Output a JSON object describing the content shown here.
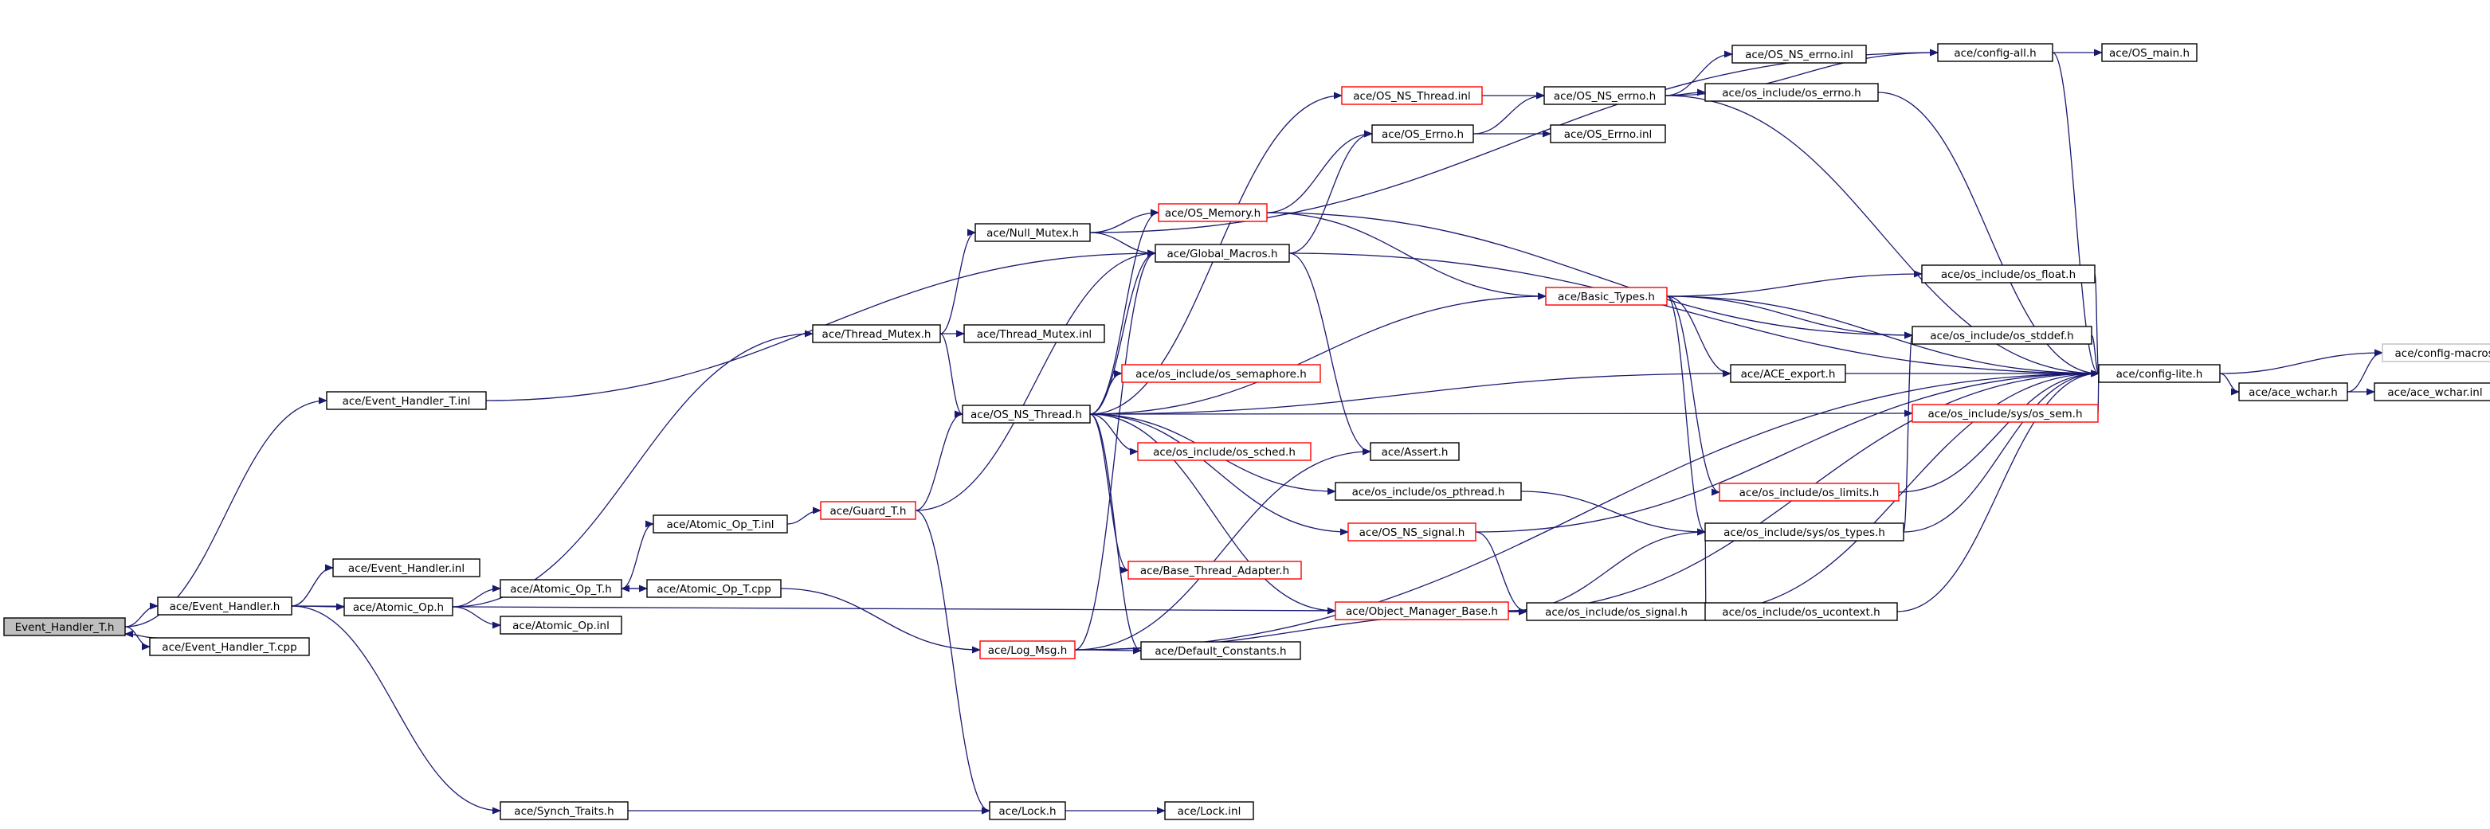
{
  "graph": {
    "nodes": [
      {
        "id": "event_handler_t_h",
        "label": "Event_Handler_T.h",
        "style": "root"
      },
      {
        "id": "event_handler_h",
        "label": "ace/Event_Handler.h",
        "style": "normal"
      },
      {
        "id": "event_handler_t_cpp",
        "label": "ace/Event_Handler_T.cpp",
        "style": "normal"
      },
      {
        "id": "event_handler_t_inl",
        "label": "ace/Event_Handler_T.inl",
        "style": "normal"
      },
      {
        "id": "event_handler_inl",
        "label": "ace/Event_Handler.inl",
        "style": "normal"
      },
      {
        "id": "atomic_op_h",
        "label": "ace/Atomic_Op.h",
        "style": "normal"
      },
      {
        "id": "synch_traits_h",
        "label": "ace/Synch_Traits.h",
        "style": "normal"
      },
      {
        "id": "thread_mutex_h",
        "label": "ace/Thread_Mutex.h",
        "style": "normal"
      },
      {
        "id": "atomic_op_t_inl",
        "label": "ace/Atomic_Op_T.inl",
        "style": "normal"
      },
      {
        "id": "atomic_op_t_h",
        "label": "ace/Atomic_Op_T.h",
        "style": "normal"
      },
      {
        "id": "atomic_op_inl",
        "label": "ace/Atomic_Op.inl",
        "style": "normal"
      },
      {
        "id": "atomic_op_t_cpp",
        "label": "ace/Atomic_Op_T.cpp",
        "style": "normal"
      },
      {
        "id": "guard_t_h",
        "label": "ace/Guard_T.h",
        "style": "red"
      },
      {
        "id": "log_msg_h",
        "label": "ace/Log_Msg.h",
        "style": "red"
      },
      {
        "id": "lock_h",
        "label": "ace/Lock.h",
        "style": "normal"
      },
      {
        "id": "lock_inl",
        "label": "ace/Lock.inl",
        "style": "normal"
      },
      {
        "id": "null_mutex_h",
        "label": "ace/Null_Mutex.h",
        "style": "normal"
      },
      {
        "id": "thread_mutex_inl",
        "label": "ace/Thread_Mutex.inl",
        "style": "normal"
      },
      {
        "id": "os_ns_thread_h",
        "label": "ace/OS_NS_Thread.h",
        "style": "normal"
      },
      {
        "id": "os_ns_thread_inl",
        "label": "ace/OS_NS_Thread.inl",
        "style": "red"
      },
      {
        "id": "os_memory_h",
        "label": "ace/OS_Memory.h",
        "style": "red"
      },
      {
        "id": "global_macros_h",
        "label": "ace/Global_Macros.h",
        "style": "normal"
      },
      {
        "id": "os_semaphore_h",
        "label": "ace/os_include/os_semaphore.h",
        "style": "red"
      },
      {
        "id": "os_sched_h",
        "label": "ace/os_include/os_sched.h",
        "style": "red"
      },
      {
        "id": "base_thread_adapter_h",
        "label": "ace/Base_Thread_Adapter.h",
        "style": "red"
      },
      {
        "id": "default_constants_h",
        "label": "ace/Default_Constants.h",
        "style": "normal"
      },
      {
        "id": "os_pthread_h",
        "label": "ace/os_include/os_pthread.h",
        "style": "normal"
      },
      {
        "id": "os_ns_signal_h",
        "label": "ace/OS_NS_signal.h",
        "style": "red"
      },
      {
        "id": "object_manager_base_h",
        "label": "ace/Object_Manager_Base.h",
        "style": "red"
      },
      {
        "id": "assert_h",
        "label": "ace/Assert.h",
        "style": "normal"
      },
      {
        "id": "os_errno_h_top",
        "label": "ace/OS_Errno.h",
        "style": "normal"
      },
      {
        "id": "os_ns_errno_h",
        "label": "ace/OS_NS_errno.h",
        "style": "normal"
      },
      {
        "id": "os_ns_errno_inl",
        "label": "ace/OS_NS_errno.inl",
        "style": "normal"
      },
      {
        "id": "os_errno_inl",
        "label": "ace/OS_Errno.inl",
        "style": "normal"
      },
      {
        "id": "basic_types_h",
        "label": "ace/Basic_Types.h",
        "style": "red"
      },
      {
        "id": "ace_export_h",
        "label": "ace/ACE_export.h",
        "style": "normal"
      },
      {
        "id": "os_limits_h",
        "label": "ace/os_include/os_limits.h",
        "style": "red"
      },
      {
        "id": "sys_os_types_h",
        "label": "ace/os_include/sys/os_types.h",
        "style": "normal"
      },
      {
        "id": "os_signal_h",
        "label": "ace/os_include/os_signal.h",
        "style": "normal"
      },
      {
        "id": "os_ucontext_h",
        "label": "ace/os_include/os_ucontext.h",
        "style": "normal"
      },
      {
        "id": "config_all_h",
        "label": "ace/config-all.h",
        "style": "normal"
      },
      {
        "id": "os_main_h",
        "label": "ace/OS_main.h",
        "style": "normal"
      },
      {
        "id": "os_include_os_errno_h",
        "label": "ace/os_include/os_errno.h",
        "style": "normal"
      },
      {
        "id": "os_float_h",
        "label": "ace/os_include/os_float.h",
        "style": "normal"
      },
      {
        "id": "os_stddef_h",
        "label": "ace/os_include/os_stddef.h",
        "style": "normal"
      },
      {
        "id": "sys_os_sem_h",
        "label": "ace/os_include/sys/os_sem.h",
        "style": "red"
      },
      {
        "id": "config_lite_h",
        "label": "ace/config-lite.h",
        "style": "normal"
      },
      {
        "id": "config_macros_h",
        "label": "ace/config-macros.h",
        "style": "grey"
      },
      {
        "id": "ace_wchar_h",
        "label": "ace/ace_wchar.h",
        "style": "normal"
      },
      {
        "id": "ace_wchar_inl",
        "label": "ace/ace_wchar.inl",
        "style": "normal"
      }
    ],
    "edges": [
      [
        "event_handler_t_h",
        "event_handler_h"
      ],
      [
        "event_handler_t_h",
        "event_handler_t_cpp"
      ],
      [
        "event_handler_t_h",
        "event_handler_t_inl"
      ],
      [
        "event_handler_t_cpp",
        "event_handler_t_h"
      ],
      [
        "event_handler_t_inl",
        "global_macros_h"
      ],
      [
        "event_handler_h",
        "event_handler_inl"
      ],
      [
        "event_handler_h",
        "atomic_op_h"
      ],
      [
        "event_handler_h",
        "synch_traits_h"
      ],
      [
        "event_handler_h",
        "os_signal_h"
      ],
      [
        "atomic_op_h",
        "thread_mutex_h"
      ],
      [
        "atomic_op_h",
        "atomic_op_t_h"
      ],
      [
        "atomic_op_h",
        "atomic_op_inl"
      ],
      [
        "atomic_op_t_h",
        "atomic_op_t_inl"
      ],
      [
        "atomic_op_t_h",
        "atomic_op_t_cpp"
      ],
      [
        "atomic_op_t_cpp",
        "atomic_op_t_h"
      ],
      [
        "atomic_op_t_cpp",
        "log_msg_h"
      ],
      [
        "atomic_op_t_inl",
        "guard_t_h"
      ],
      [
        "guard_t_h",
        "lock_h"
      ],
      [
        "guard_t_h",
        "global_macros_h"
      ],
      [
        "guard_t_h",
        "os_ns_thread_h"
      ],
      [
        "synch_traits_h",
        "lock_h"
      ],
      [
        "lock_h",
        "lock_inl"
      ],
      [
        "thread_mutex_h",
        "null_mutex_h"
      ],
      [
        "thread_mutex_h",
        "thread_mutex_inl"
      ],
      [
        "thread_mutex_h",
        "os_ns_thread_h"
      ],
      [
        "null_mutex_h",
        "os_memory_h"
      ],
      [
        "null_mutex_h",
        "global_macros_h"
      ],
      [
        "null_mutex_h",
        "config_all_h"
      ],
      [
        "os_ns_thread_h",
        "os_ns_thread_inl"
      ],
      [
        "os_ns_thread_h",
        "global_macros_h"
      ],
      [
        "os_ns_thread_h",
        "basic_types_h"
      ],
      [
        "os_ns_thread_h",
        "ace_export_h"
      ],
      [
        "os_ns_thread_h",
        "os_semaphore_h"
      ],
      [
        "os_ns_thread_h",
        "sys_os_sem_h"
      ],
      [
        "os_ns_thread_h",
        "os_sched_h"
      ],
      [
        "os_ns_thread_h",
        "os_pthread_h"
      ],
      [
        "os_ns_thread_h",
        "os_ns_signal_h"
      ],
      [
        "os_ns_thread_h",
        "base_thread_adapter_h"
      ],
      [
        "os_ns_thread_h",
        "object_manager_base_h"
      ],
      [
        "os_ns_thread_h",
        "default_constants_h"
      ],
      [
        "os_ns_thread_h",
        "os_memory_h"
      ],
      [
        "os_ns_thread_inl",
        "os_ns_errno_h"
      ],
      [
        "os_memory_h",
        "os_errno_h_top"
      ],
      [
        "os_memory_h",
        "basic_types_h"
      ],
      [
        "os_memory_h",
        "os_stddef_h"
      ],
      [
        "global_macros_h",
        "os_errno_h_top"
      ],
      [
        "global_macros_h",
        "config_lite_h"
      ],
      [
        "global_macros_h",
        "assert_h"
      ],
      [
        "os_errno_h_top",
        "os_ns_errno_h"
      ],
      [
        "os_errno_h_top",
        "os_errno_inl"
      ],
      [
        "os_ns_errno_h",
        "os_ns_errno_inl"
      ],
      [
        "os_ns_errno_h",
        "config_all_h"
      ],
      [
        "os_ns_errno_h",
        "os_include_os_errno_h"
      ],
      [
        "os_ns_errno_h",
        "config_lite_h"
      ],
      [
        "config_all_h",
        "os_main_h"
      ],
      [
        "config_all_h",
        "config_lite_h"
      ],
      [
        "os_include_os_errno_h",
        "config_lite_h"
      ],
      [
        "basic_types_h",
        "os_float_h"
      ],
      [
        "basic_types_h",
        "os_stddef_h"
      ],
      [
        "basic_types_h",
        "ace_export_h"
      ],
      [
        "basic_types_h",
        "os_limits_h"
      ],
      [
        "basic_types_h",
        "sys_os_types_h"
      ],
      [
        "basic_types_h",
        "config_lite_h"
      ],
      [
        "os_float_h",
        "config_lite_h"
      ],
      [
        "os_stddef_h",
        "config_lite_h"
      ],
      [
        "ace_export_h",
        "config_lite_h"
      ],
      [
        "sys_os_sem_h",
        "config_lite_h"
      ],
      [
        "os_limits_h",
        "config_lite_h"
      ],
      [
        "sys_os_types_h",
        "config_lite_h"
      ],
      [
        "sys_os_types_h",
        "os_stddef_h"
      ],
      [
        "os_pthread_h",
        "sys_os_types_h"
      ],
      [
        "os_ns_signal_h",
        "os_signal_h"
      ],
      [
        "os_ns_signal_h",
        "config_lite_h"
      ],
      [
        "object_manager_base_h",
        "sys_os_types_h"
      ],
      [
        "object_manager_base_h",
        "os_signal_h"
      ],
      [
        "object_manager_base_h",
        "config_lite_h"
      ],
      [
        "os_signal_h",
        "sys_os_types_h"
      ],
      [
        "os_signal_h",
        "os_ucontext_h"
      ],
      [
        "os_signal_h",
        "config_lite_h"
      ],
      [
        "os_ucontext_h",
        "os_signal_h"
      ],
      [
        "os_ucontext_h",
        "config_lite_h"
      ],
      [
        "log_msg_h",
        "global_macros_h"
      ],
      [
        "log_msg_h",
        "default_constants_h"
      ],
      [
        "log_msg_h",
        "os_signal_h"
      ],
      [
        "log_msg_h",
        "assert_h"
      ],
      [
        "log_msg_h",
        "config_lite_h"
      ],
      [
        "config_lite_h",
        "config_macros_h"
      ],
      [
        "config_lite_h",
        "ace_wchar_h"
      ],
      [
        "ace_wchar_h",
        "config_macros_h"
      ],
      [
        "ace_wchar_h",
        "ace_wchar_inl"
      ]
    ]
  }
}
